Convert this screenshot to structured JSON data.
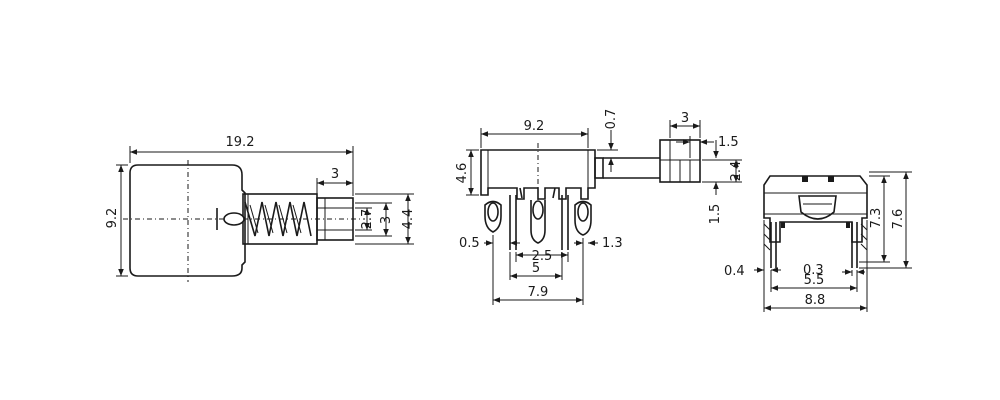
{
  "front_view": {
    "overall_length": "19.2",
    "body_height": "9.2",
    "plunger_step": "3",
    "plunger_inner": "2.7",
    "plunger_mid": "3",
    "plunger_outer": "4.4"
  },
  "side_view": {
    "top_width": "9.2",
    "body_height": "4.6",
    "top_gap": "0.7",
    "tab_width": "3",
    "tab_offset": "1.5",
    "tab_height": "2.4",
    "tab_drop": "1.5",
    "pin_left": "0.5",
    "pin_pitch": "2.5",
    "pin_right": "1.3",
    "pin_span": "5",
    "base_width": "7.9"
  },
  "end_view": {
    "inner_height": "7.3",
    "outer_height": "7.6",
    "pin_offset_left": "0.4",
    "pin_thickness": "0.3",
    "pin_row_width": "5.5",
    "overall_width": "8.8"
  }
}
